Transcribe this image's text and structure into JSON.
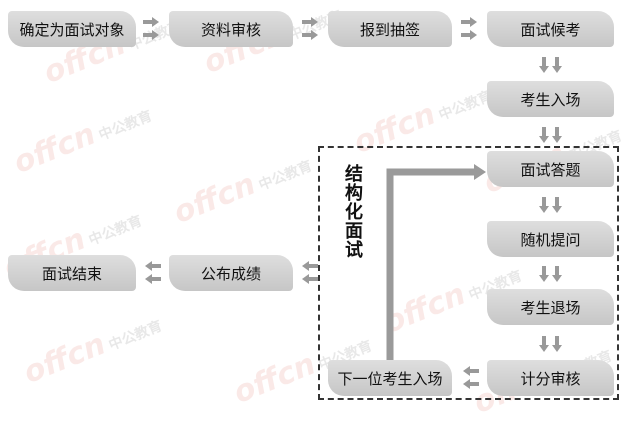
{
  "watermark": {
    "brand": "offcn",
    "text": "中公教育"
  },
  "side_label": "结构化面试",
  "steps": {
    "confirm_targets": "确定为面试对象",
    "review_materials": "资料审核",
    "report_draw_lots": "报到抽签",
    "wait_for_interview": "面试候考",
    "candidate_enters": "考生入场",
    "interview_answers": "面试答题",
    "random_questions": "随机提问",
    "candidate_exits": "考生退场",
    "scoring_review": "计分审核",
    "next_candidate": "下一位考生入场",
    "publish_scores": "公布成绩",
    "interview_ends": "面试结束"
  }
}
